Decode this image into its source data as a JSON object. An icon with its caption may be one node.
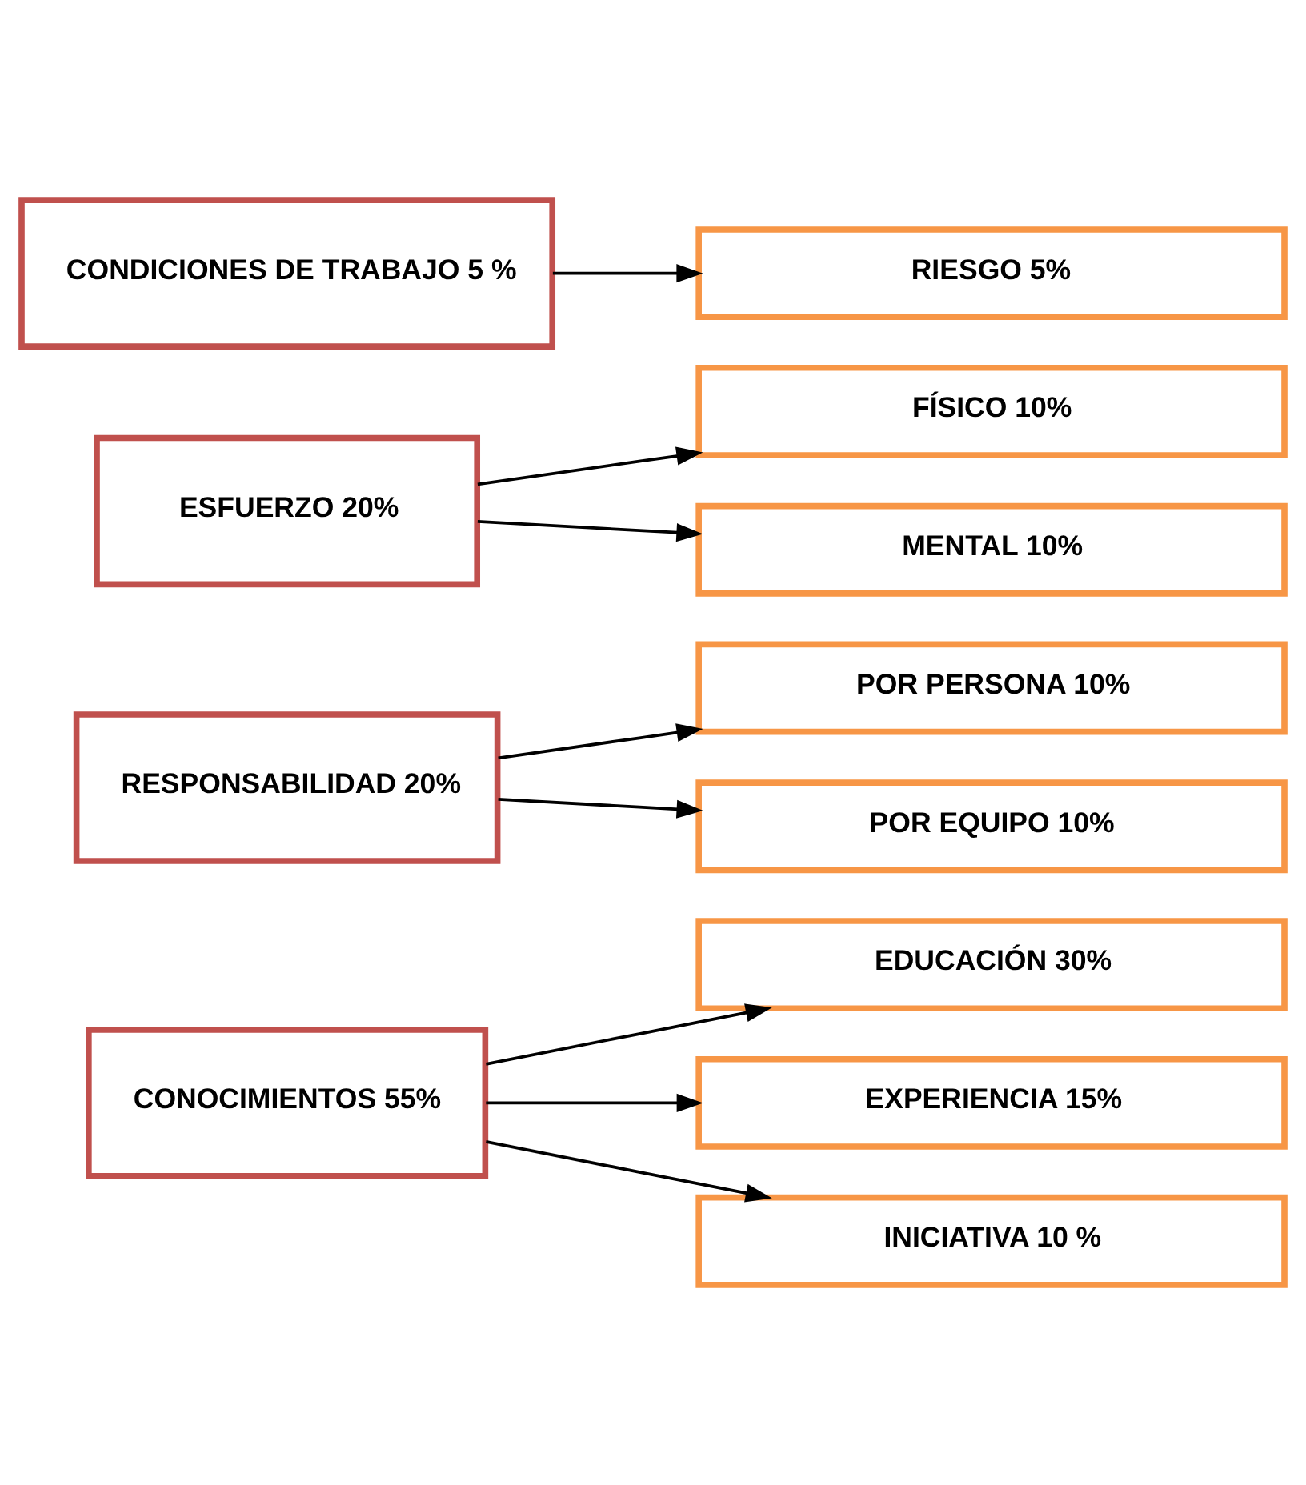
{
  "diagram": {
    "nodes": [
      {
        "text": [
          "CONOCIMIENTOS 55%"
        ]
      },
      {
        "text": [
          "EDUCACIÓN 30%"
        ]
      },
      {
        "text": [
          "EXPERIENCIA 15%"
        ]
      },
      {
        "text": [
          "INICIATIVA 10 %"
        ]
      },
      {
        "text": [
          "RESPONSABILIDAD 20%"
        ]
      },
      {
        "text": [
          "POR PERSONA 10%"
        ]
      },
      {
        "text": [
          "POR EQUIPO 10%"
        ]
      },
      {
        "text": [
          "ESFUERZO 20%"
        ]
      },
      {
        "text": [
          "FÍSICO 10%"
        ]
      },
      {
        "text": [
          "MENTAL 10%"
        ]
      },
      {
        "text": [
          "CONDICIONES DE TRABAJO 5 %"
        ]
      },
      {
        "text": [
          "RIESGO 5%"
        ]
      }
    ],
    "edges": [
      {
        "from": 0,
        "to": 1,
        "arrow": "to"
      },
      {
        "from": 0,
        "to": 2,
        "arrow": "to"
      },
      {
        "from": 0,
        "to": 3,
        "arrow": "to"
      },
      {
        "from": 4,
        "to": 5,
        "arrow": "to"
      },
      {
        "from": 4,
        "to": 6,
        "arrow": "to"
      },
      {
        "from": 7,
        "to": 8,
        "arrow": "to"
      },
      {
        "from": 7,
        "to": 9,
        "arrow": "to"
      },
      {
        "from": 10,
        "to": 11,
        "arrow": "to"
      }
    ]
  }
}
